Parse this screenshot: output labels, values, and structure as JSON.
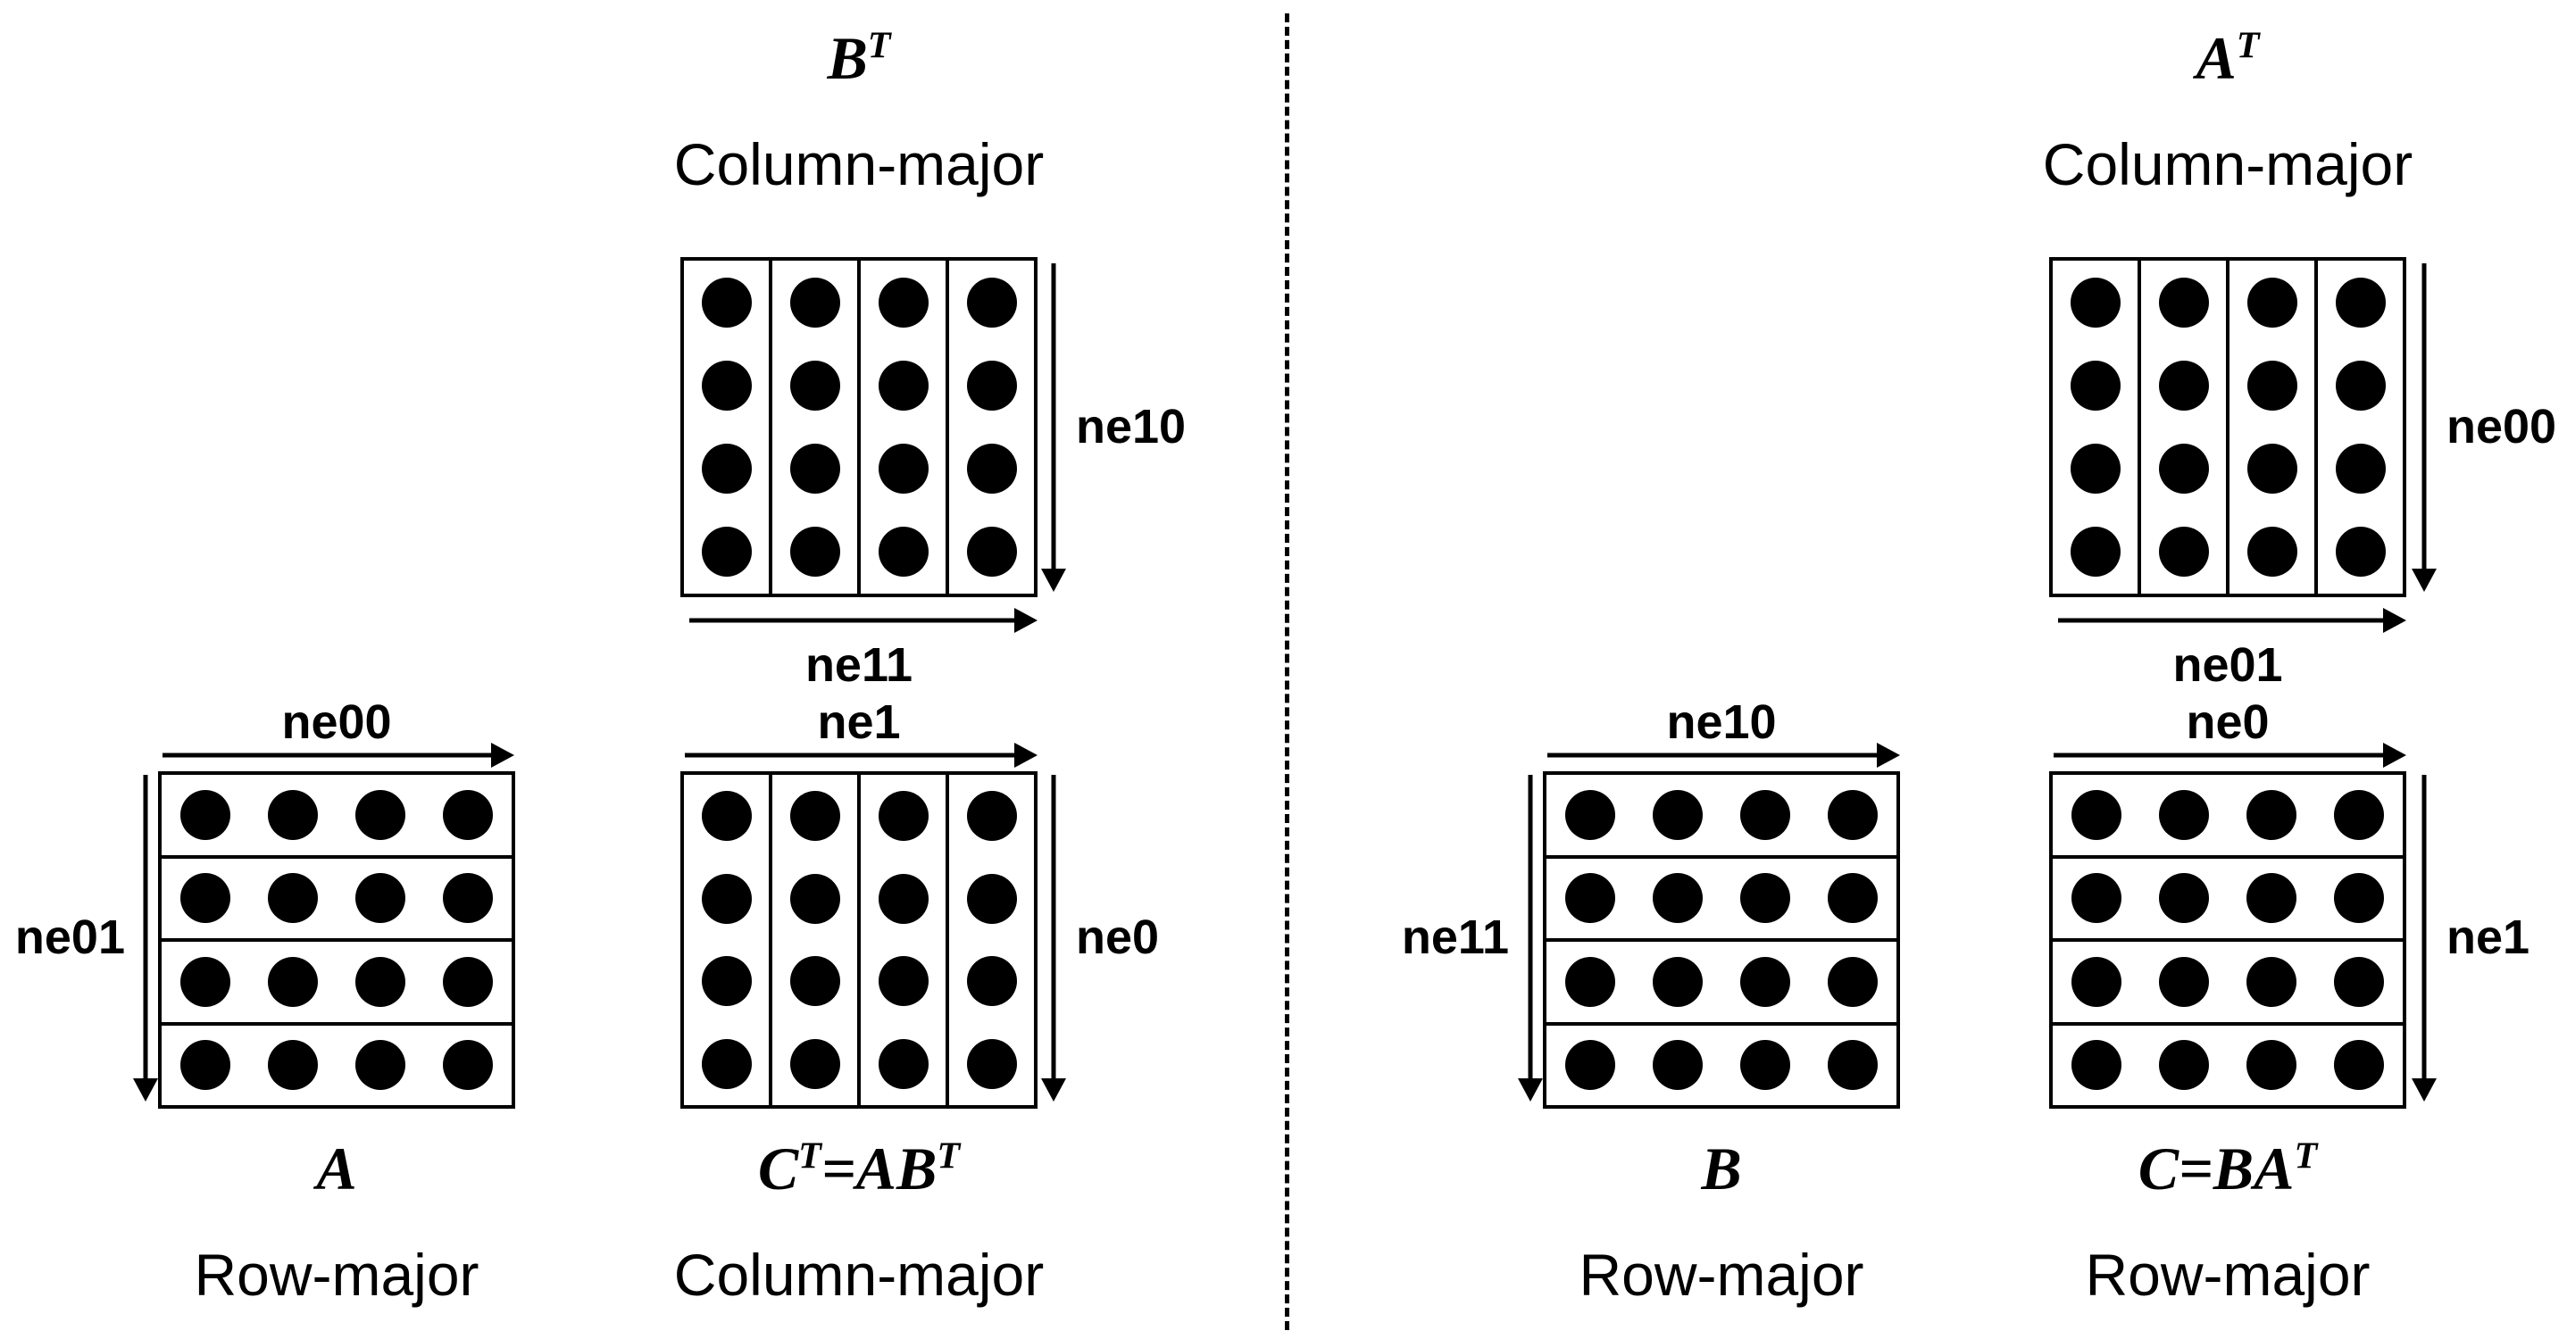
{
  "figure": {
    "description": "Matrix multiplication memory-layout diagram: left panel C^T = A B^T, right panel C = B A^T",
    "divider": "vertical-dashed"
  },
  "colors": {
    "ink": "#000000",
    "background": "#ffffff"
  },
  "matrices": [
    {
      "id": "bt",
      "title_parts": [
        {
          "t": "B",
          "sup": false
        },
        {
          "t": "T",
          "sup": true
        }
      ],
      "layout_label": "Column-major",
      "orientation": "column",
      "rows": 4,
      "cols": 4,
      "arrows": [
        {
          "side": "right",
          "label": "ne10"
        },
        {
          "side": "bottom",
          "label": "ne11"
        }
      ]
    },
    {
      "id": "a",
      "title_parts": [
        {
          "t": "A",
          "sup": false
        }
      ],
      "layout_label": "Row-major",
      "orientation": "row",
      "rows": 4,
      "cols": 4,
      "arrows": [
        {
          "side": "top",
          "label": "ne00"
        },
        {
          "side": "left",
          "label": "ne01"
        }
      ]
    },
    {
      "id": "ct",
      "title_parts": [
        {
          "t": "C",
          "sup": false
        },
        {
          "t": "T",
          "sup": true
        },
        {
          "t": "=AB",
          "sup": false
        },
        {
          "t": "T",
          "sup": true
        }
      ],
      "layout_label": "Column-major",
      "orientation": "column",
      "rows": 4,
      "cols": 4,
      "arrows": [
        {
          "side": "top",
          "label": "ne1"
        },
        {
          "side": "right",
          "label": "ne0"
        }
      ]
    },
    {
      "id": "at",
      "title_parts": [
        {
          "t": "A",
          "sup": false
        },
        {
          "t": "T",
          "sup": true
        }
      ],
      "layout_label": "Column-major",
      "orientation": "column",
      "rows": 4,
      "cols": 4,
      "arrows": [
        {
          "side": "right",
          "label": "ne00"
        },
        {
          "side": "bottom",
          "label": "ne01"
        }
      ]
    },
    {
      "id": "b",
      "title_parts": [
        {
          "t": "B",
          "sup": false
        }
      ],
      "layout_label": "Row-major",
      "orientation": "row",
      "rows": 4,
      "cols": 4,
      "arrows": [
        {
          "side": "top",
          "label": "ne10"
        },
        {
          "side": "left",
          "label": "ne11"
        }
      ]
    },
    {
      "id": "c",
      "title_parts": [
        {
          "t": "C=BA",
          "sup": false
        },
        {
          "t": "T",
          "sup": true
        }
      ],
      "layout_label": "Row-major",
      "orientation": "row",
      "rows": 4,
      "cols": 4,
      "arrows": [
        {
          "side": "top",
          "label": "ne0"
        },
        {
          "side": "right",
          "label": "ne1"
        }
      ]
    }
  ]
}
